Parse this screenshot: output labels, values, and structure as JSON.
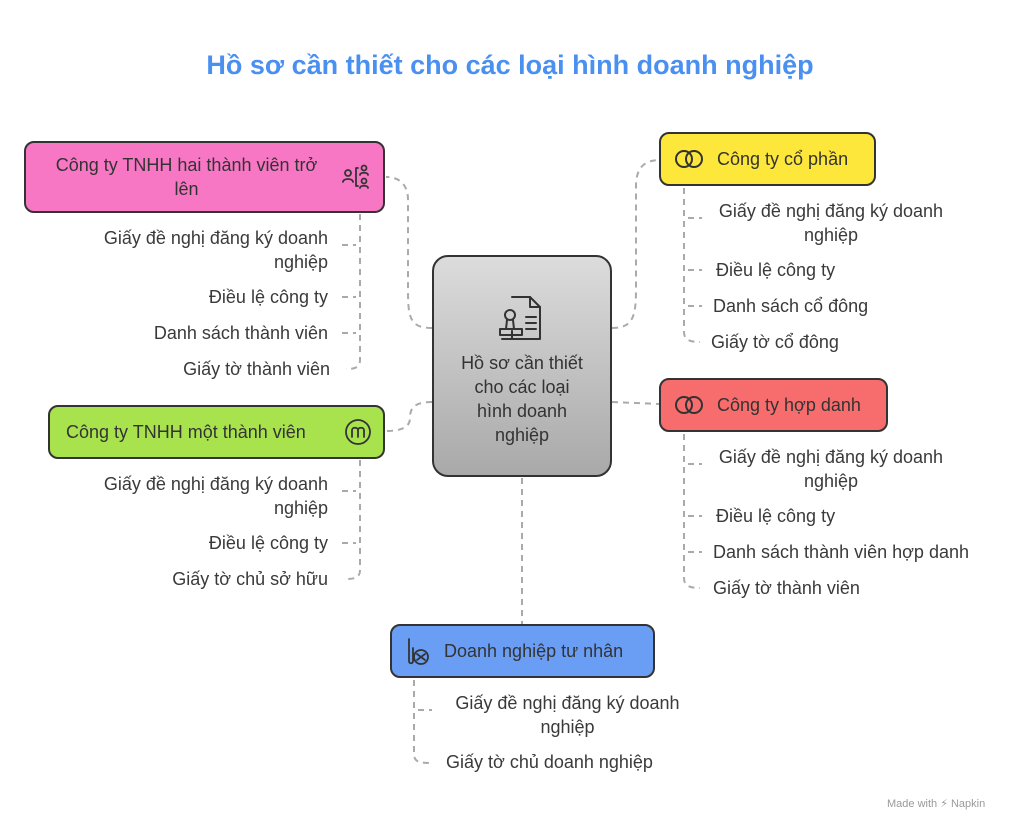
{
  "title": "Hồ sơ cần thiết cho các loại hình doanh nghiệp",
  "center": {
    "label": "Hồ sơ cần thiết cho các loại hình doanh nghiệp",
    "icon": "document-stamp-icon"
  },
  "branches": {
    "tnhh2": {
      "label": "Công ty TNHH hai thành viên trở lên",
      "color": "#f777c4",
      "icon": "members-network-icon",
      "items": [
        "Giấy đề nghị đăng ký doanh nghiệp",
        "Điều lệ công ty",
        "Danh sách thành viên",
        "Giấy tờ thành viên"
      ]
    },
    "tnhh1": {
      "label": "Công ty TNHH một thành viên",
      "color": "#a8e34d",
      "icon": "single-member-icon",
      "items": [
        "Giấy đề nghị đăng ký doanh nghiệp",
        "Điều lệ công ty",
        "Giấy tờ chủ sở hữu"
      ]
    },
    "cophan": {
      "label": "Công ty cổ phần",
      "color": "#fde73a",
      "icon": "linked-rings-icon",
      "items": [
        "Giấy đề nghị đăng ký doanh nghiệp",
        "Điều lệ công ty",
        "Danh sách cổ đông",
        "Giấy tờ cổ đông"
      ]
    },
    "hopdanh": {
      "label": "Công ty hợp danh",
      "color": "#f76d6d",
      "icon": "linked-rings-icon",
      "items": [
        "Giấy đề nghị đăng ký doanh nghiệp",
        "Điều lệ công ty",
        "Danh sách thành viên hợp danh",
        "Giấy tờ thành viên"
      ]
    },
    "tunhan": {
      "label": "Doanh nghiệp tư nhân",
      "color": "#6a9ef5",
      "icon": "private-owner-icon",
      "items": [
        "Giấy đề nghị đăng ký doanh nghiệp",
        "Giấy tờ chủ doanh nghiệp"
      ]
    }
  },
  "footer": "Made with ⚡ Napkin"
}
